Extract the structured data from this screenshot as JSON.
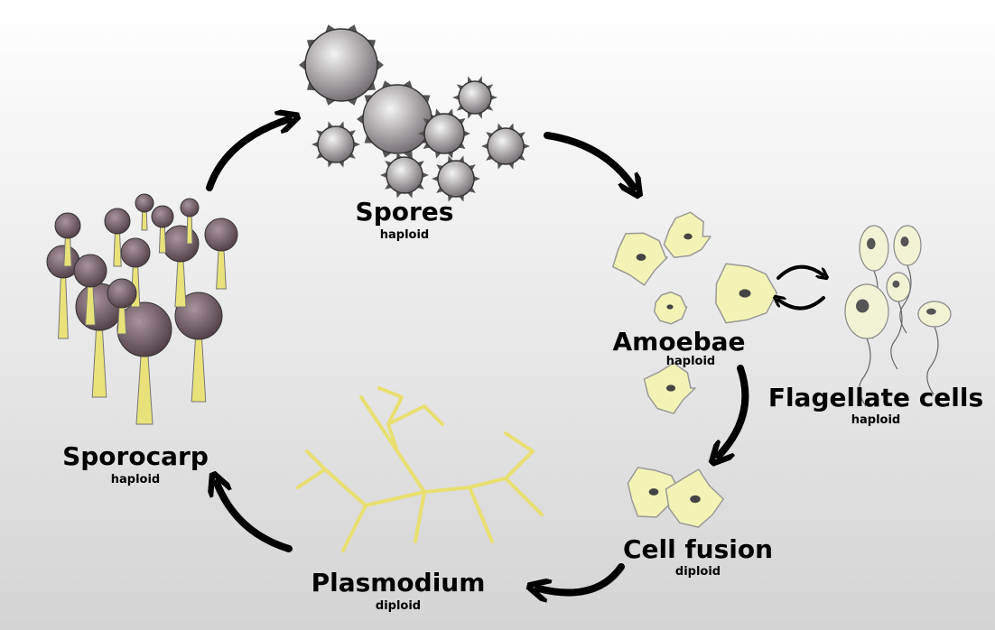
{
  "title": "Slime mold life cycle",
  "stages": {
    "spores": {
      "name": "Spores",
      "ploidy": "haploid"
    },
    "amoebae": {
      "name": "Amoebae",
      "ploidy": "haploid"
    },
    "flagellate": {
      "name": "Flagellate cells",
      "ploidy": "haploid"
    },
    "fusion": {
      "name": "Cell fusion",
      "ploidy": "diploid"
    },
    "plasmodium": {
      "name": "Plasmodium",
      "ploidy": "diploid"
    },
    "sporocarp": {
      "name": "Sporocarp",
      "ploidy": "haploid"
    }
  },
  "colors": {
    "cell_fill": "#f3f3b5",
    "plasmodium": "#e8e070",
    "spore": "#8a8488",
    "cap": "#6e5a62"
  }
}
